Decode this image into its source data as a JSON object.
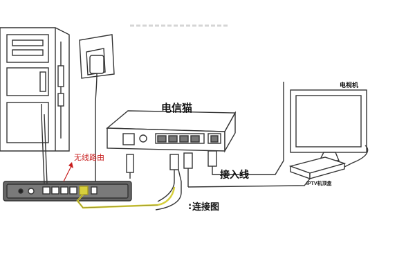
{
  "labels": {
    "modem": "电信猫",
    "line_in": "接入线",
    "tv": "电视机",
    "iptv": "IPTV机顶盒",
    "router": "无线路由",
    "diagram": "连接图"
  },
  "colors": {
    "line": "#333333",
    "device_fill": "#ffffff",
    "device_dark": "#777777",
    "router_cable": "#d6cf3c",
    "annotation": "#c81e1e"
  }
}
